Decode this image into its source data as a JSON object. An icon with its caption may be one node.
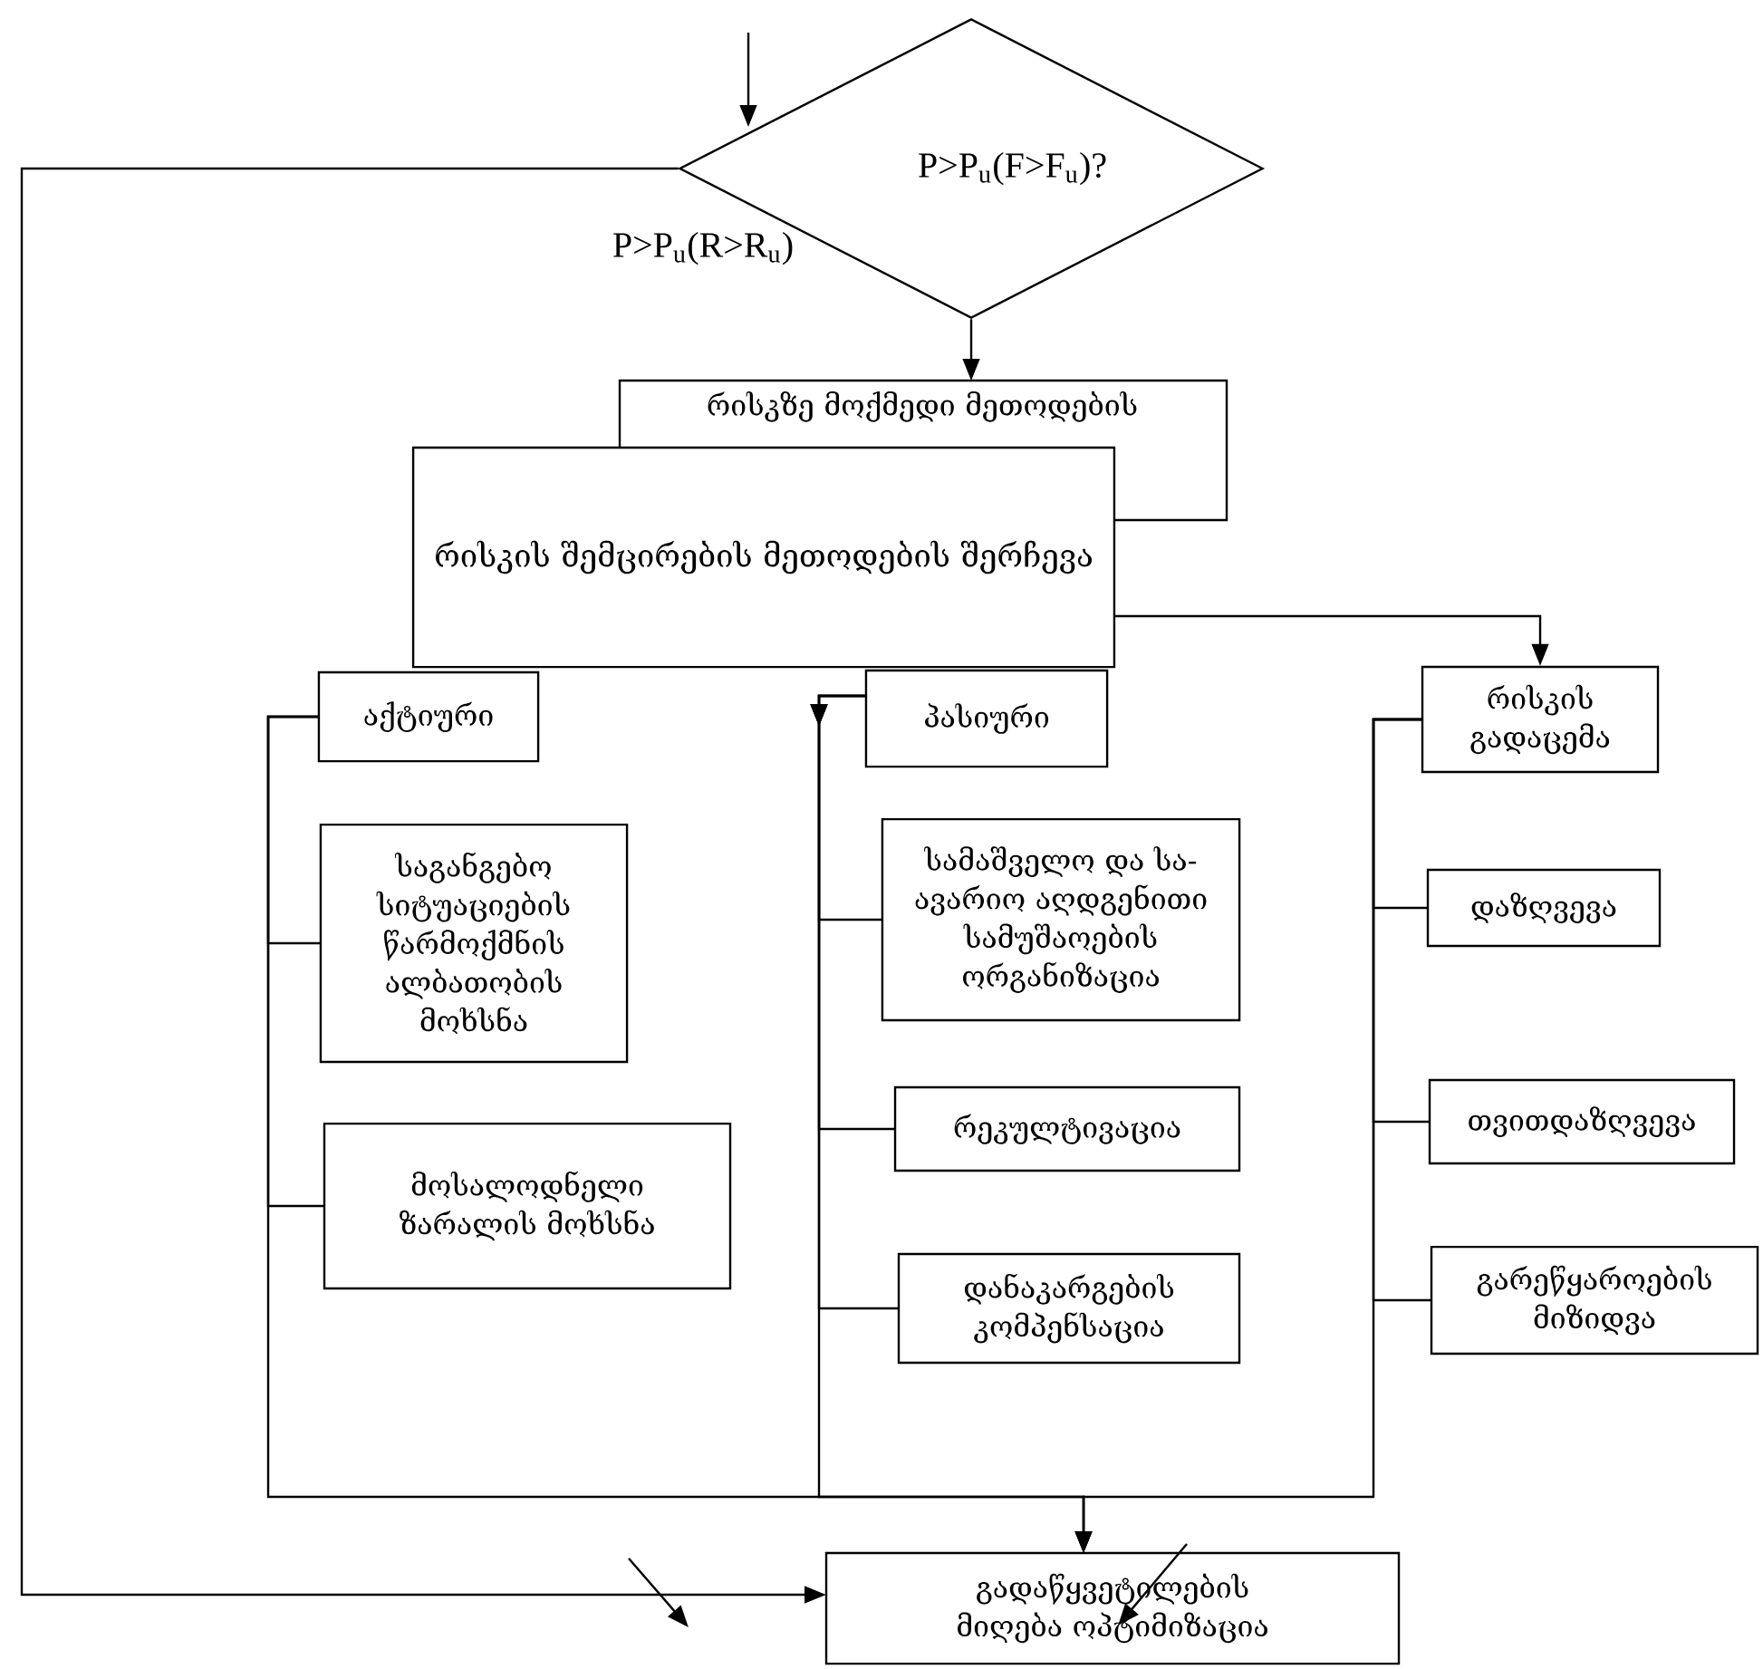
{
  "diagram": {
    "nodes": [
      {
        "text": [
          "P>P$_{u}$(F>F$_{u}$)?"
        ],
        "beside": [
          "P>P$_{u}$(R>R$_{u}$)"
        ]
      },
      {
        "text": [
          "რისკზე მოქმედი მეთოდების"
        ]
      },
      {
        "text": [
          "რისკის შემცირების მეთოდების შერჩევა"
        ]
      },
      {
        "text": [
          "აქტიური"
        ]
      },
      {
        "text": [
          "საგანგებო სიტუაციების წარმოქმნის ალბათობის მოხსნა"
        ]
      },
      {
        "text": [
          "მოსალოდნელი ზარალის მოხსნა"
        ]
      },
      {
        "text": [
          "პასიური"
        ]
      },
      {
        "text": [
          "სამაშველო და სა-ავარიო აღდგენითი სამუშაოების ორგანიზაცია"
        ]
      },
      {
        "text": [
          "რეკულტივაცია"
        ]
      },
      {
        "text": [
          "დანაკარგების კომპენსაცია"
        ]
      },
      {
        "text": [
          "რისკის გადაცემა"
        ]
      },
      {
        "text": [
          "დაზღვევა"
        ]
      },
      {
        "text": [
          "თვითდაზღვევა"
        ]
      },
      {
        "text": [
          "გარეწყაროების მიზიდვა"
        ]
      },
      {
        "text": [
          "გადაწყვეტილების მიღება ოპტიმიზაცია"
        ]
      }
    ],
    "edges": [
      {
        "from": null,
        "to": 0,
        "arrow": "to"
      },
      {
        "from": 0,
        "to": 1,
        "arrow": "to"
      },
      {
        "from": 0,
        "to": 14,
        "arrow": "to"
      },
      {
        "from": 2,
        "to": 10,
        "arrow": "to"
      },
      {
        "from": 3,
        "to": 4,
        "arrow": "none"
      },
      {
        "from": 3,
        "to": 5,
        "arrow": "none"
      },
      {
        "from": 6,
        "to": 7,
        "arrow": "to"
      },
      {
        "from": 6,
        "to": 8,
        "arrow": "to"
      },
      {
        "from": 6,
        "to": 9,
        "arrow": "to"
      },
      {
        "from": 10,
        "to": 11,
        "arrow": "none"
      },
      {
        "from": 10,
        "to": 12,
        "arrow": "none"
      },
      {
        "from": 10,
        "to": 13,
        "arrow": "none"
      },
      {
        "from": 3,
        "to": 14,
        "arrow": "to"
      },
      {
        "from": 6,
        "to": 14,
        "arrow": "to"
      },
      {
        "from": 10,
        "to": 14,
        "arrow": "to"
      },
      {
        "from": null,
        "to": 14,
        "arrow": "to"
      }
    ]
  }
}
